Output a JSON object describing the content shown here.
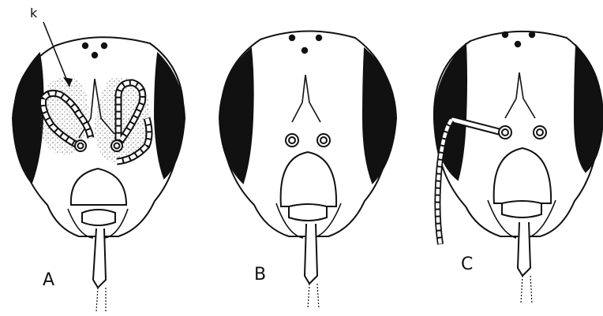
{
  "figure": {
    "annotation_k": "k",
    "panels": [
      {
        "label": "A"
      },
      {
        "label": "B"
      },
      {
        "label": "C"
      }
    ]
  },
  "colors": {
    "ink": "#111111",
    "paper": "#ffffff",
    "stipple": "#555555"
  }
}
